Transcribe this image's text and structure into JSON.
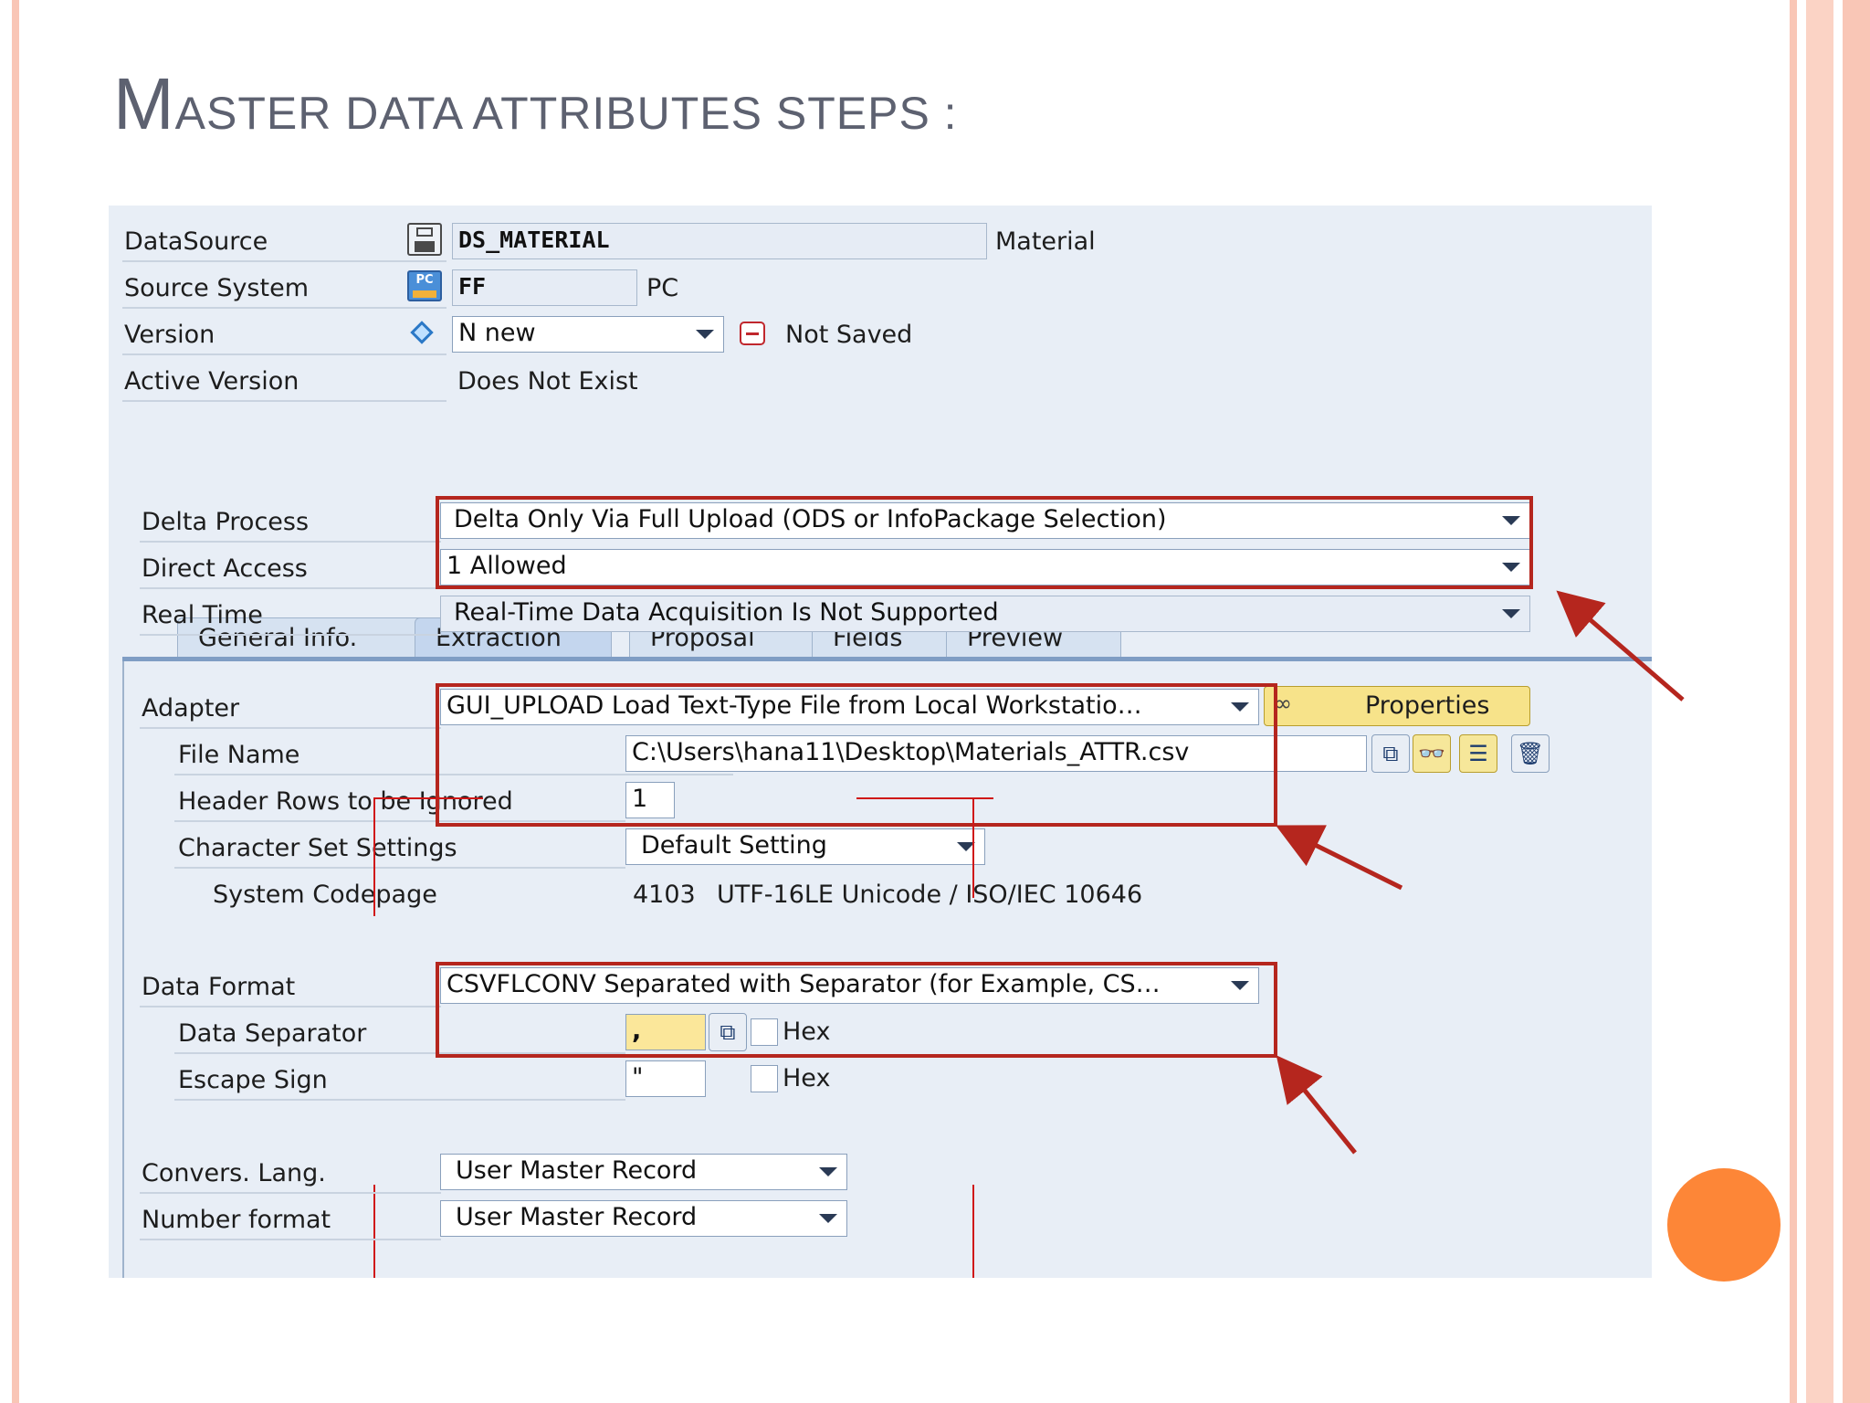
{
  "slide": {
    "title_first": "M",
    "title_rest": "ASTER DATA ATTRIBUTES STEPS :",
    "colors": {
      "accent_orange": "#fd8637",
      "stripe_pink": "#f9c6b6",
      "title": "#5d6170",
      "highlight_red": "#b5261e"
    }
  },
  "header": {
    "datasource": {
      "label": "DataSource",
      "value": "DS_MATERIAL",
      "description": "Material",
      "icon": "save-icon"
    },
    "source_system": {
      "label": "Source System",
      "value": "FF",
      "description": "PC",
      "icon": "pc-icon"
    },
    "version": {
      "label": "Version",
      "value": "N new",
      "status": "Not Saved",
      "icon": "diamond-icon",
      "status_icon": "minus-icon"
    },
    "active_version": {
      "label": "Active Version",
      "value": "Does Not Exist"
    }
  },
  "tabs": [
    {
      "label": "General Info."
    },
    {
      "label": "Extraction",
      "active": true
    },
    {
      "label": "Proposal"
    },
    {
      "label": "Fields"
    },
    {
      "label": "Preview"
    }
  ],
  "extraction": {
    "delta_process": {
      "label": "Delta Process",
      "value": "Delta Only Via Full Upload (ODS or InfoPackage Selection)"
    },
    "direct_access": {
      "label": "Direct Access",
      "value": "1 Allowed"
    },
    "real_time": {
      "label": "Real Time",
      "value": "Real-Time Data Acquisition Is Not Supported"
    },
    "adapter": {
      "label": "Adapter",
      "value": "GUI_UPLOAD Load Text-Type File from Local Workstatio…",
      "properties_label": "Properties"
    },
    "file_name": {
      "label": "File Name",
      "value": "C:\\Users\\hana11\\Desktop\\Materials_ATTR.csv"
    },
    "header_rows": {
      "label": "Header Rows to be Ignored",
      "value": "1"
    },
    "charset": {
      "label": "Character Set Settings",
      "value": "Default Setting"
    },
    "codepage": {
      "label": "System Codepage",
      "number": "4103",
      "value": "UTF-16LE Unicode / ISO/IEC 10646"
    },
    "data_format": {
      "label": "Data Format",
      "value": "CSVFLCONV Separated with Separator (for Example, CS…"
    },
    "data_separator": {
      "label": "Data Separator",
      "value": ",",
      "hex_label": "Hex"
    },
    "escape_sign": {
      "label": "Escape Sign",
      "value": "\"",
      "hex_label": "Hex"
    },
    "convers_lang": {
      "label": "Convers. Lang.",
      "value": "User Master Record"
    },
    "number_format": {
      "label": "Number format",
      "value": "User Master Record"
    }
  }
}
